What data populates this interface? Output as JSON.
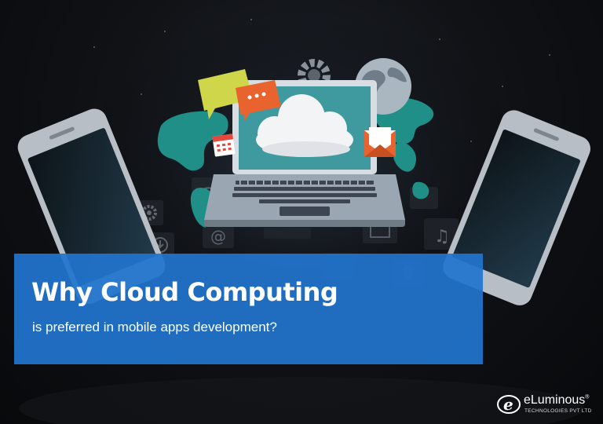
{
  "banner": {
    "title": "Why Cloud Computing",
    "subtitle": "is preferred in mobile apps development?"
  },
  "logo": {
    "name": "eLuminous",
    "trademark": "®",
    "tagline": "TECHNOLOGIES PVT LTD"
  },
  "illustration": {
    "icons": [
      "wifi-icon",
      "at-icon",
      "download-icon",
      "gear-icon",
      "music-icon",
      "location-icon",
      "phone-icon",
      "calendar-icon",
      "mail-icon",
      "chat-icon",
      "cloud-icon",
      "globe-icon"
    ]
  },
  "colors": {
    "banner_blue": "#2174ce",
    "laptop_screen": "#3f9aa0",
    "map_teal": "#1f8f87",
    "chat_yellow": "#cfd64a",
    "chat_orange": "#e8632d"
  }
}
